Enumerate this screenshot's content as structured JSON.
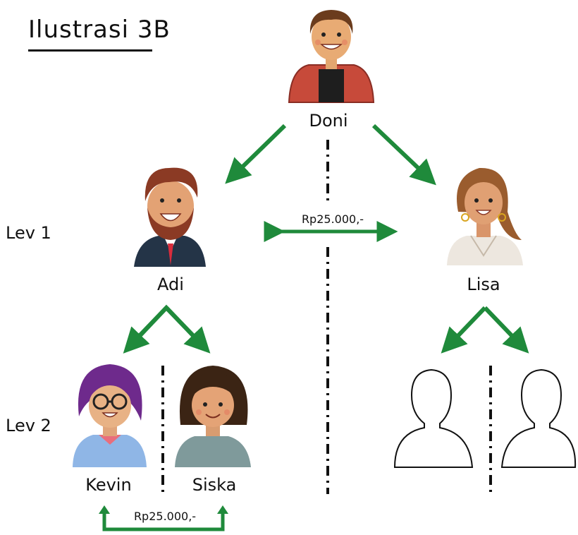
{
  "title": "Ilustrasi 3B",
  "levels": {
    "lev1": "Lev 1",
    "lev2": "Lev 2"
  },
  "people": {
    "doni": "Doni",
    "adi": "Adi",
    "lisa": "Lisa",
    "kevin": "Kevin",
    "siska": "Siska"
  },
  "prices": {
    "level1_exchange": "Rp25.000,-",
    "level2_exchange": "Rp25.000,-"
  },
  "colors": {
    "arrow": "#1f8a3b",
    "divider": "#111111"
  },
  "icons": [
    "doni-avatar",
    "adi-avatar",
    "lisa-avatar",
    "kevin-avatar",
    "siska-avatar",
    "empty-person-icon"
  ]
}
